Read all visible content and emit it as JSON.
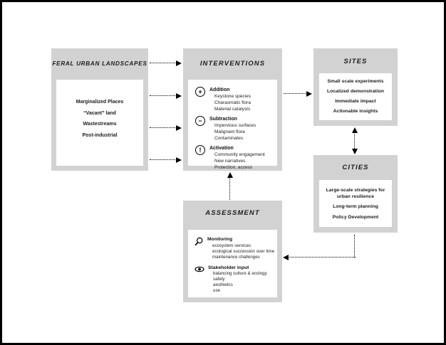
{
  "colors": {
    "box_gray": "#d2d2d2",
    "inner_white": "#ffffff",
    "text": "#1c1c1c",
    "arrow": "#000000"
  },
  "feral": {
    "title": "FERAL URBAN LANDSCAPES",
    "items": [
      "Marginalized Places",
      "“Vacant” land",
      "Wastestreams",
      "Post-industrial"
    ]
  },
  "interventions": {
    "title": "INTERVENTIONS",
    "groups": [
      {
        "icon": "plus-circle-icon",
        "glyph": "+",
        "label": "Addition",
        "items": [
          "Keystone species",
          "Charasmatic flora",
          "Material catalysts"
        ]
      },
      {
        "icon": "minus-circle-icon",
        "glyph": "−",
        "label": "Subtraction",
        "items": [
          "Impervious surfaces",
          "Malignant flora",
          "Contaminates"
        ]
      },
      {
        "icon": "exclamation-circle-icon",
        "glyph": "!",
        "label": "Activation",
        "items": [
          "Community engagement",
          "New narratives",
          "Protection, access"
        ]
      }
    ]
  },
  "sites": {
    "title": "SITES",
    "items": [
      "Small scale experiments",
      "Localized demonstration",
      "Immediate impact",
      "Actionable insights"
    ]
  },
  "cities": {
    "title": "CITIES",
    "items": [
      "Large-scale strategies for urban resilience",
      "Long-term planning",
      "Policy Development"
    ]
  },
  "assessment": {
    "title": "ASSESSMENT",
    "groups": [
      {
        "icon": "magnifier-icon",
        "label": "Monitoring",
        "items": [
          "ecosystem services",
          "ecological succession over time",
          "maintenance challenges"
        ]
      },
      {
        "icon": "eye-icon",
        "label": "Stakeholder input",
        "items": [
          "balancing culture & ecology",
          "safety",
          "aesthetics",
          "use"
        ]
      }
    ]
  }
}
